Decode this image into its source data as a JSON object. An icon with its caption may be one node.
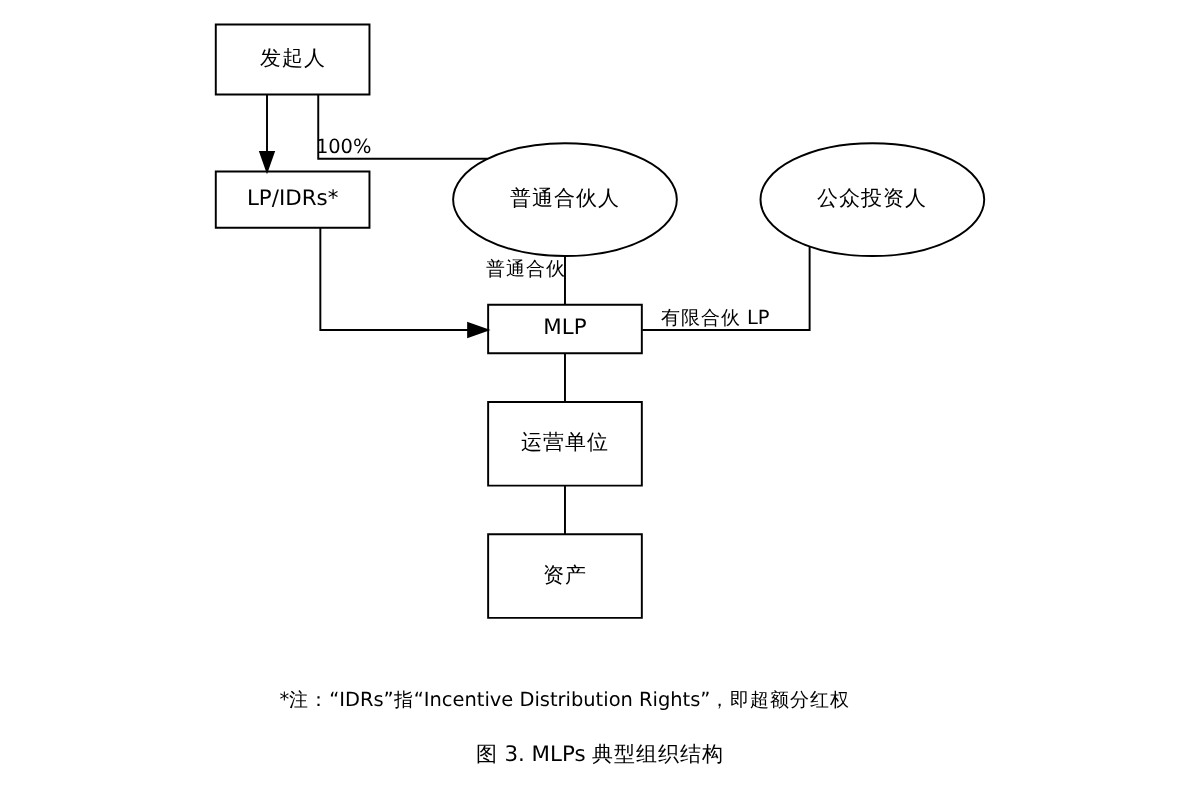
{
  "diagram": {
    "caption": "图 3. MLPs 典型组织结构",
    "nodes": [
      {
        "text": [
          "发起人"
        ]
      },
      {
        "text": [
          "普通合伙人"
        ]
      },
      {
        "text": [
          "LP/IDRs*"
        ]
      },
      {
        "text": [
          "公众投资人"
        ]
      },
      {
        "text": [
          "MLP"
        ]
      },
      {
        "text": [
          "运营单位"
        ]
      },
      {
        "text": [
          "资产"
        ]
      }
    ],
    "edges": [
      {
        "from": 1,
        "to": 0,
        "arrow": "none",
        "label": "100%"
      },
      {
        "from": 0,
        "to": 2,
        "arrow": "to"
      },
      {
        "from": 2,
        "to": 4,
        "arrow": "to"
      },
      {
        "from": 1,
        "to": 4,
        "arrow": "none",
        "label": "普通合伙"
      },
      {
        "from": 3,
        "to": 4,
        "arrow": "none",
        "label": "有限合伙 LP"
      },
      {
        "from": 4,
        "to": 5,
        "arrow": "none"
      },
      {
        "from": 5,
        "to": 6,
        "arrow": "none"
      }
    ],
    "labels": [
      "*注：“IDRs”指“Incentive Distribution Rights”，即超额分红权"
    ]
  }
}
